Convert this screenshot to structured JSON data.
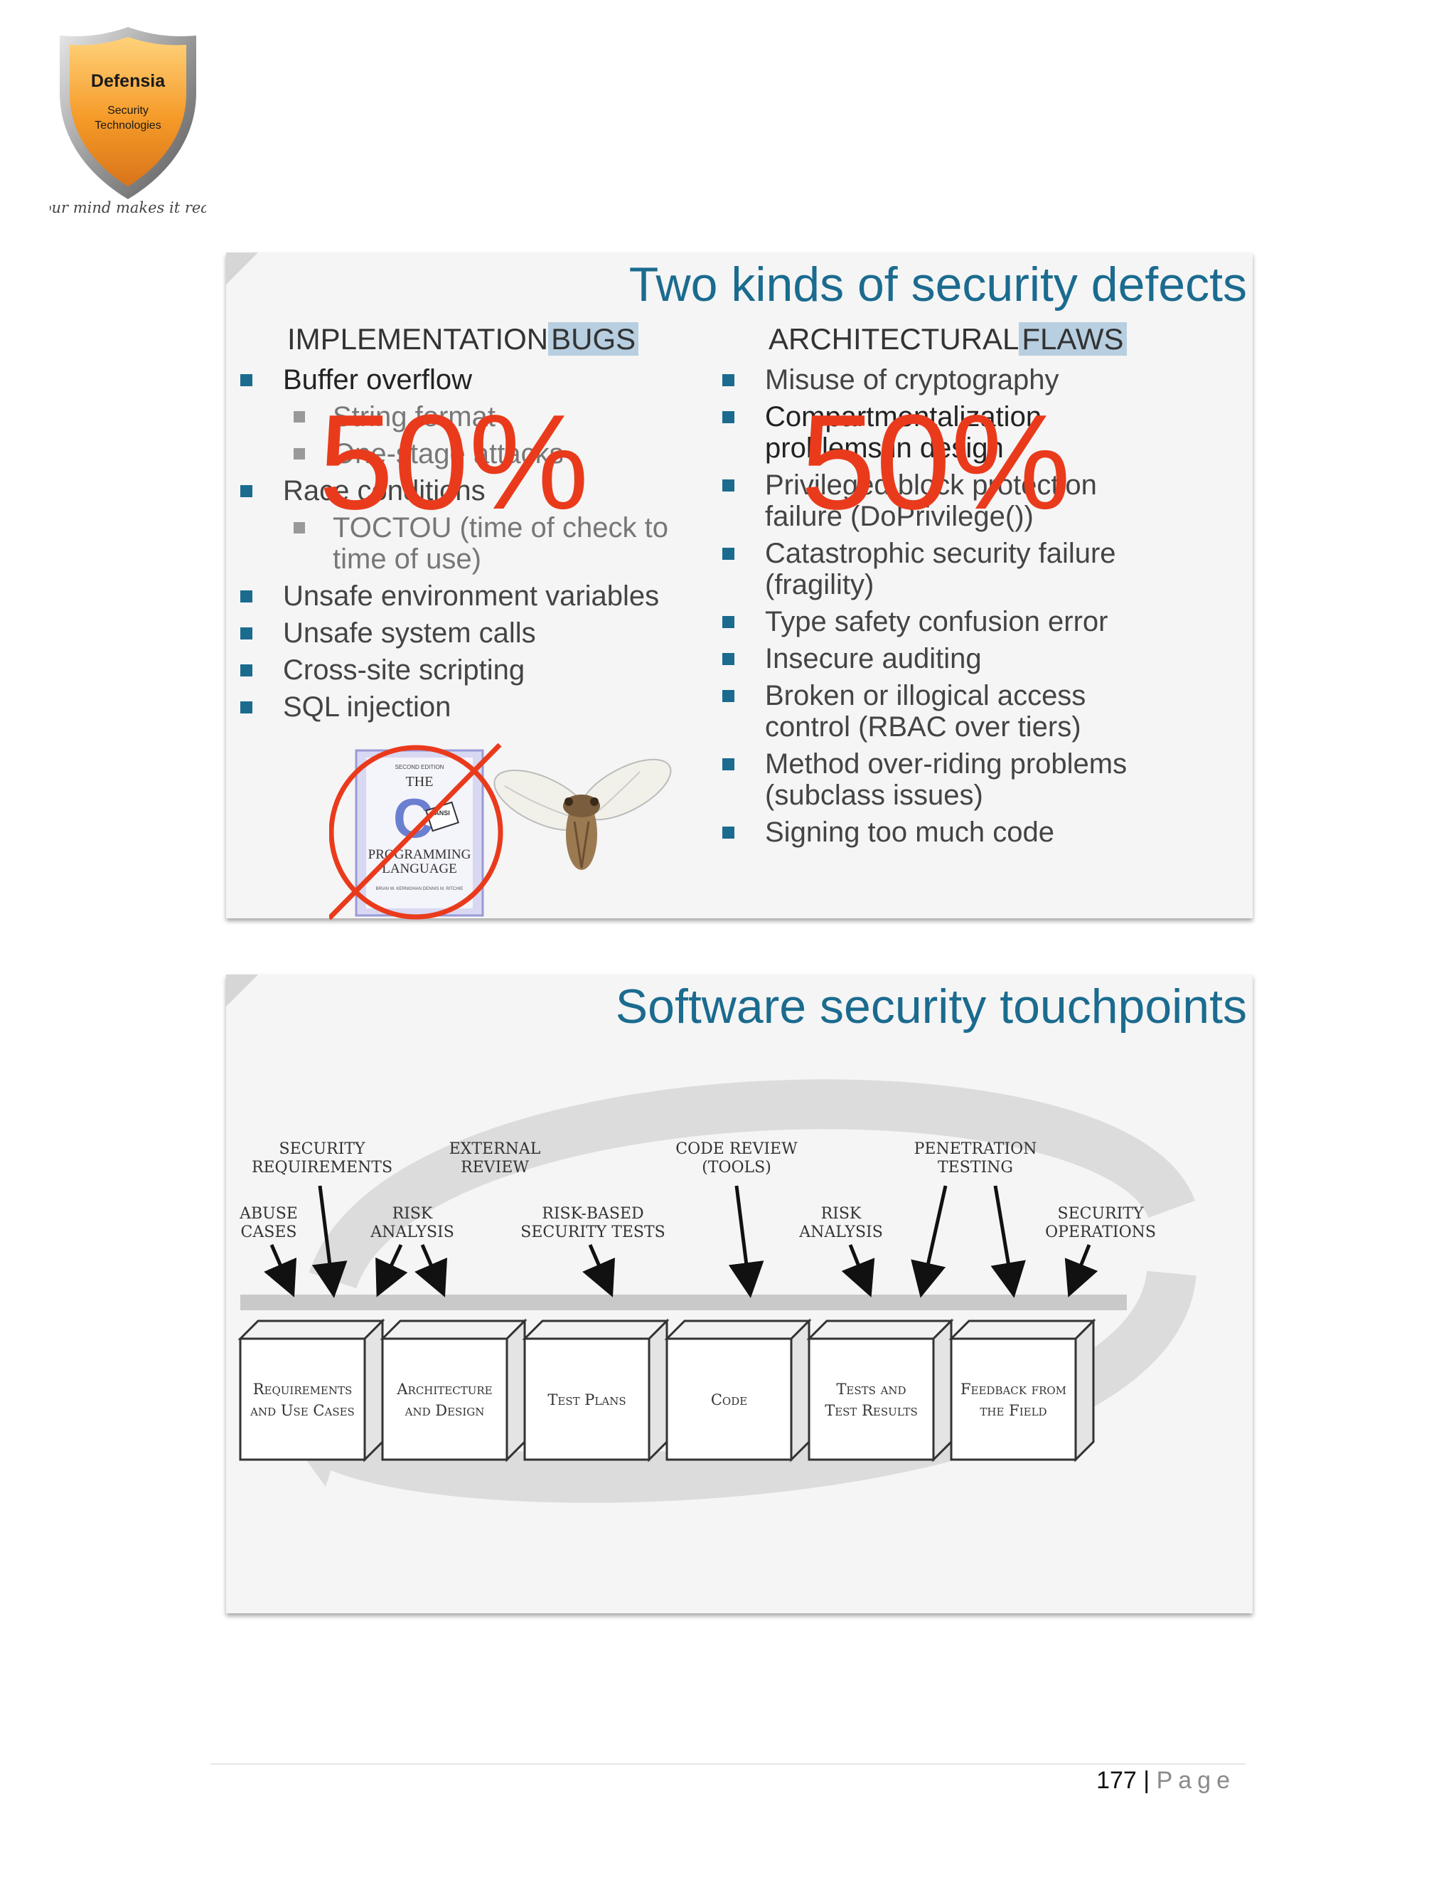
{
  "header": {
    "logo_name": "Defensia",
    "logo_sub1": "Security",
    "logo_sub2": "Technologies",
    "tagline": "Your mind makes it real."
  },
  "slide1": {
    "title": "Two kinds of security defects",
    "left_heading_a": "IMPLEMENTATION",
    "left_heading_b": "BUGS",
    "right_heading_a": "ARCHITECTURAL",
    "right_heading_b": "FLAWS",
    "left_items": [
      {
        "level": 1,
        "text": "Buffer overflow"
      },
      {
        "level": 2,
        "text": "String format"
      },
      {
        "level": 2,
        "text": "One-stage attacks"
      },
      {
        "level": 1,
        "text": "Race conditions"
      },
      {
        "level": 2,
        "text": "TOCTOU (time of check to time of use)"
      },
      {
        "level": 1,
        "text": "Unsafe environment variables"
      },
      {
        "level": 1,
        "text": "Unsafe system calls"
      },
      {
        "level": 1,
        "text": "Cross-site scripting"
      },
      {
        "level": 1,
        "text": "SQL injection"
      }
    ],
    "right_items": [
      "Misuse of cryptography",
      "Compartmentalization problems in design",
      "Privileged block protection failure (DoPrivilege())",
      "Catastrophic security failure (fragility)",
      "Type safety confusion error",
      "Insecure auditing",
      "Broken or illogical access control (RBAC over tiers)",
      "Method over-riding problems (subclass issues)",
      "Signing too much code"
    ],
    "left_percent": "50%",
    "right_percent": "50%",
    "book": {
      "edition": "SECOND EDITION",
      "the": "THE",
      "letter": "C",
      "ansi": "ANSI",
      "title_line1": "PROGRAMMING",
      "title_line2": "LANGUAGE",
      "authors": "BRIAN W. KERNIGHAN DENNIS M. RITCHIE"
    },
    "colors": {
      "accent": "#1b6b8f",
      "overlay": "#ea3a1c",
      "highlight": "#b7cfe0"
    }
  },
  "slide2": {
    "title": "Software security touchpoints",
    "labels": {
      "security_requirements_1": "SECURITY",
      "security_requirements_2": "REQUIREMENTS",
      "external_review_1": "EXTERNAL",
      "external_review_2": "REVIEW",
      "code_review_1": "CODE REVIEW",
      "code_review_2": "(TOOLS)",
      "penetration_1": "PENETRATION",
      "penetration_2": "TESTING",
      "abuse_1": "ABUSE",
      "abuse_2": "CASES",
      "risk_1a": "RISK",
      "risk_1b": "ANALYSIS",
      "riskbased_1": "RISK-BASED",
      "riskbased_2": "SECURITY TESTS",
      "risk_2a": "RISK",
      "risk_2b": "ANALYSIS",
      "secops_1": "SECURITY",
      "secops_2": "OPERATIONS"
    },
    "boxes": [
      [
        "Requirements",
        "and Use Cases"
      ],
      [
        "Architecture",
        "and Design"
      ],
      [
        "Test Plans"
      ],
      [
        "Code"
      ],
      [
        "Tests and",
        "Test Results"
      ],
      [
        "Feedback from",
        "the Field"
      ]
    ]
  },
  "footer": {
    "page_number": "177",
    "separator": "|",
    "page_label": "Page"
  }
}
